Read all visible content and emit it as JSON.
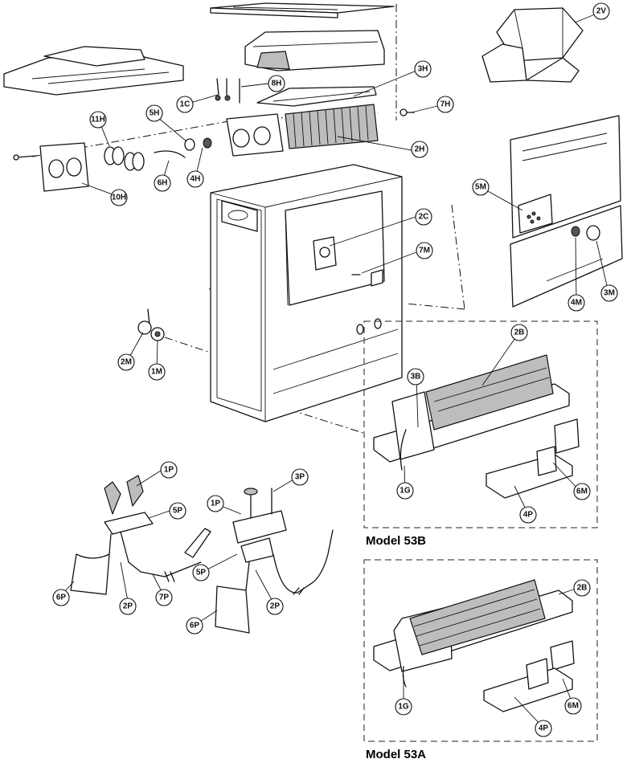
{
  "callouts": {
    "c_2V": "2V",
    "c_3H": "3H",
    "c_8H": "8H",
    "c_1C": "1C",
    "c_7H": "7H",
    "c_5H": "5H",
    "c_11H": "11H",
    "c_2H": "2H",
    "c_6H": "6H",
    "c_4H": "4H",
    "c_10H": "10H",
    "c_5M": "5M",
    "c_2C": "2C",
    "c_7M": "7M",
    "c_4M": "4M",
    "c_3M": "3M",
    "c_2M": "2M",
    "c_1M": "1M",
    "c_3B": "3B",
    "c_2B_53B": "2B",
    "c_6M_53B": "6M",
    "c_1G_53B": "1G",
    "c_4P_53B": "4P",
    "c_1P_left": "1P",
    "c_5P_left": "5P",
    "c_6P_left": "6P",
    "c_2P_left": "2P",
    "c_7P": "7P",
    "c_3P": "3P",
    "c_1P_right": "1P",
    "c_5P_right": "5P",
    "c_6P_right": "6P",
    "c_2P_right": "2P",
    "c_2B_53A": "2B",
    "c_6M_53A": "6M",
    "c_1G_53A": "1G",
    "c_4P_53A": "4P"
  },
  "labels": {
    "model_53b": "Model 53B",
    "model_53a": "Model 53A"
  },
  "colors": {
    "line": "#111111",
    "shade": "#bdbdbd",
    "background": "#ffffff"
  }
}
